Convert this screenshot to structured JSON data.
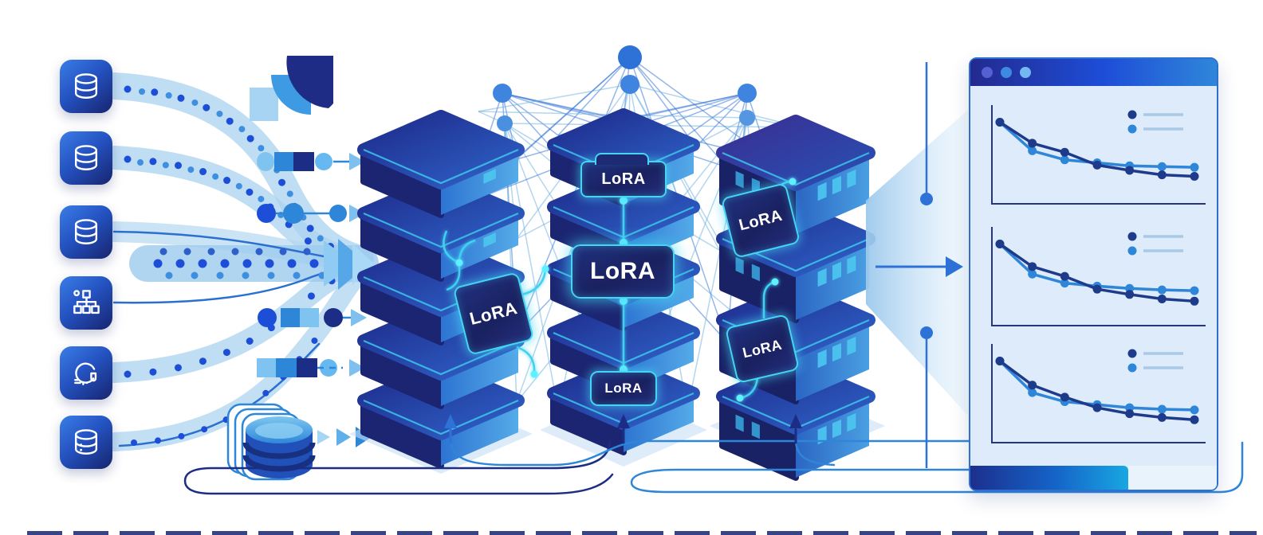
{
  "badges": {
    "stack1": {
      "label": "LoRA"
    },
    "stack2_top": {
      "label": "LoRA"
    },
    "stack2_center": {
      "label": "LoRA"
    },
    "stack2_bottom": {
      "label": "LoRA"
    },
    "stack3_upper": {
      "label": "LoRA"
    },
    "stack3_lower": {
      "label": "LoRA"
    }
  },
  "source_icons": [
    "database-icon",
    "database-icon",
    "database-icon",
    "hierarchy-icon",
    "gauge-icon",
    "database-dots-icon"
  ],
  "colors": {
    "navy": "#1b2d85",
    "blue": "#2e86d9",
    "light_band": "#a9d2ef",
    "cyan_glow": "#45d4f2",
    "window_bg": "#ddebfa",
    "titlebar_gradient": [
      "#232a8f",
      "#1d4ed8",
      "#2f86d9"
    ],
    "window_dots": [
      "#5560d2",
      "#3d8be0",
      "#72b9f1"
    ]
  },
  "window": {
    "control_dot_count": 3,
    "chart_panel_count": 3
  },
  "chart_data": [
    {
      "type": "line",
      "x": [
        0,
        1,
        2,
        3,
        4,
        5,
        6
      ],
      "series": [
        {
          "name": "dark-navy-curve",
          "color": "#1e3a8a",
          "values": [
            100,
            72,
            60,
            43,
            36,
            30,
            28
          ]
        },
        {
          "name": "light-blue-curve",
          "color": "#2e86d9",
          "values": [
            100,
            62,
            50,
            46,
            42,
            41,
            40
          ]
        }
      ],
      "ylim": [
        0,
        110
      ],
      "legend_position": "top-right",
      "legend_swatch_color": "#aac9e6",
      "grid": false,
      "axis_labels": false
    },
    {
      "type": "line",
      "x": [
        0,
        1,
        2,
        3,
        4,
        5,
        6
      ],
      "series": [
        {
          "name": "dark-navy-curve",
          "color": "#1e3a8a",
          "values": [
            100,
            70,
            57,
            40,
            33,
            27,
            24
          ]
        },
        {
          "name": "light-blue-curve",
          "color": "#2e86d9",
          "values": [
            100,
            60,
            48,
            44,
            41,
            39,
            38
          ]
        }
      ],
      "ylim": [
        0,
        110
      ],
      "legend_position": "top-right",
      "legend_swatch_color": "#aac9e6",
      "grid": false,
      "axis_labels": false
    },
    {
      "type": "line",
      "x": [
        0,
        1,
        2,
        3,
        4,
        5,
        6
      ],
      "series": [
        {
          "name": "dark-navy-curve",
          "color": "#1e3a8a",
          "values": [
            100,
            68,
            52,
            38,
            30,
            25,
            22
          ]
        },
        {
          "name": "light-blue-curve",
          "color": "#2e86d9",
          "values": [
            100,
            58,
            46,
            42,
            38,
            36,
            35
          ]
        }
      ],
      "ylim": [
        0,
        110
      ],
      "legend_position": "top-right",
      "legend_swatch_color": "#aac9e6",
      "grid": false,
      "axis_labels": false
    }
  ]
}
